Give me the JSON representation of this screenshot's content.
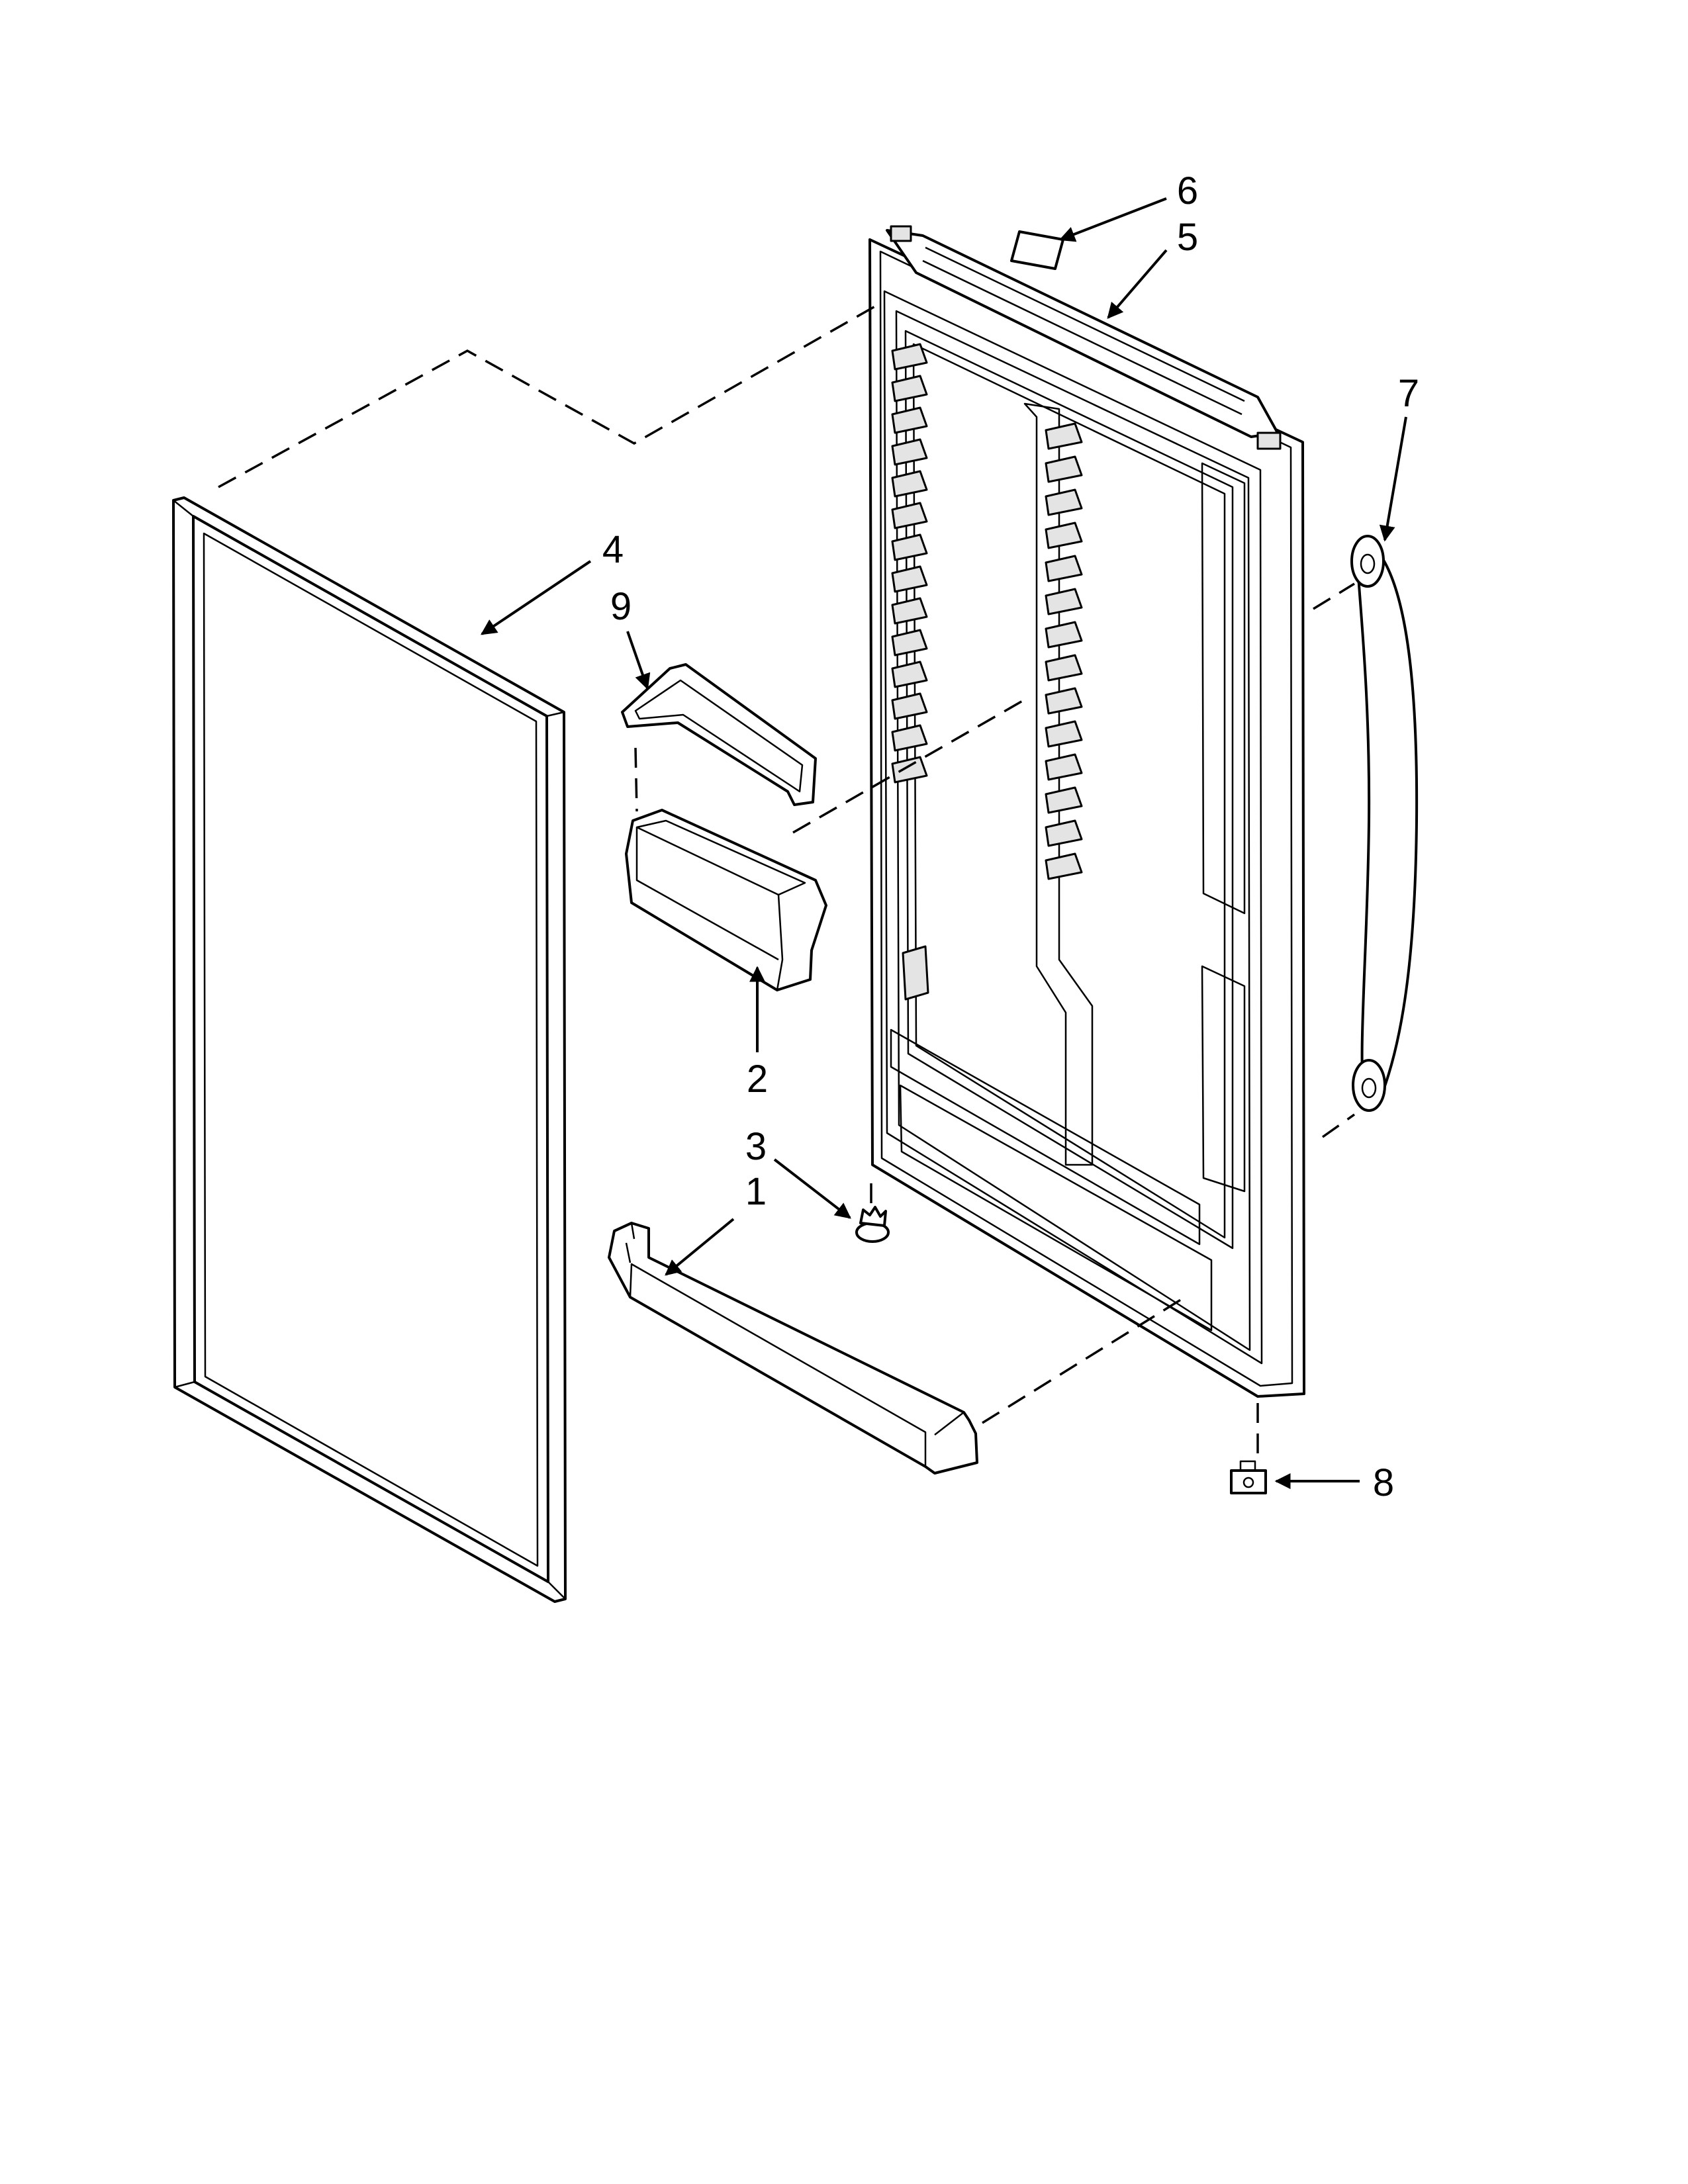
{
  "diagram": {
    "callouts": [
      {
        "id": "1",
        "label": "1"
      },
      {
        "id": "2",
        "label": "2"
      },
      {
        "id": "3",
        "label": "3"
      },
      {
        "id": "4",
        "label": "4"
      },
      {
        "id": "5",
        "label": "5"
      },
      {
        "id": "6",
        "label": "6"
      },
      {
        "id": "7",
        "label": "7"
      },
      {
        "id": "8",
        "label": "8"
      },
      {
        "id": "9",
        "label": "9"
      }
    ],
    "colors": {
      "line": "#000000",
      "background": "#ffffff",
      "shade": "#e4e4e4"
    }
  }
}
